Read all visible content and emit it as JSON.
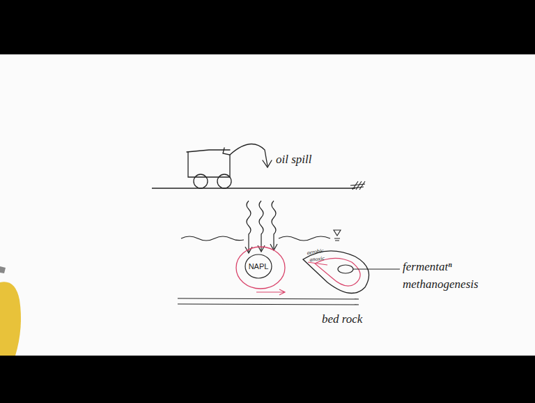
{
  "diagram": {
    "nodes": [
      {
        "text": [
          "NAPL"
        ]
      }
    ],
    "labels": [
      "oil spill",
      "aerobic",
      "anoxic",
      "fermentatⁿ",
      "methanogenesis",
      "bed rock"
    ]
  }
}
